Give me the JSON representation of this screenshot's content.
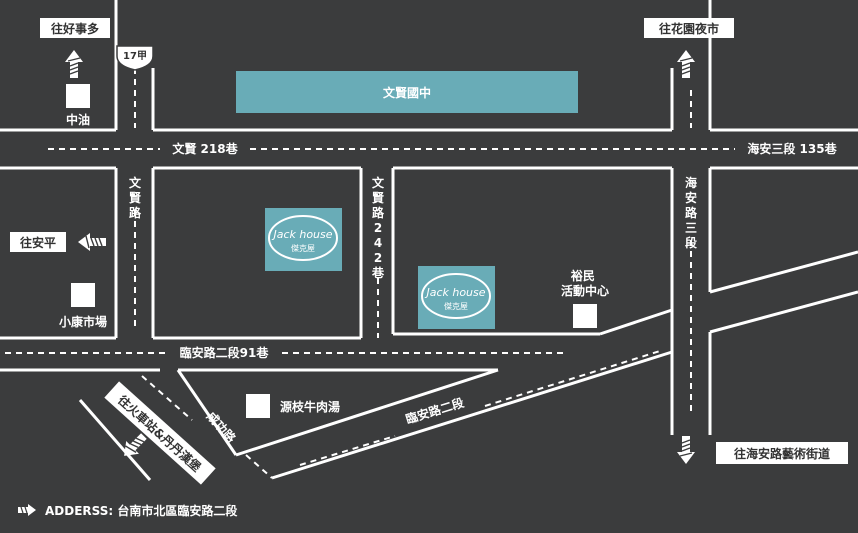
{
  "colors": {
    "background": "#3b3c3d",
    "road": "#ffffff",
    "school": "#69acb7",
    "shop_badge": "#69acb7"
  },
  "directions": {
    "north_west": "往好事多",
    "north_east": "往花園夜市",
    "west": "往安平",
    "south_west": "往火車站&丹丹漢堡",
    "south_east": "往海安路藝術街道"
  },
  "route_badge": "17甲",
  "school": "文賢國中",
  "roads": {
    "wenxian_218": "文賢 218巷",
    "haian_3_135": "海安三段 135巷",
    "wenxian_road": "文賢路",
    "wenxian_242": "文賢路242巷",
    "haian_road_3": "海安路三段",
    "linan_2_91": "臨安路二段91巷",
    "chenggong_road": "成功路",
    "linan_road_2": "臨安路二段"
  },
  "landmarks": {
    "zhongyou": "中油",
    "xiaokang_market": "小康市場",
    "yumin_center": "裕民活動中心",
    "beef_soup": "源枝牛肉湯"
  },
  "shop_logo": {
    "text": "Jack house",
    "subtext": "傑克屋"
  },
  "address": "ADDERSS: 台南市北區臨安路二段",
  "icons": [
    "arrow-up-icon",
    "arrow-left-icon",
    "arrow-down-icon",
    "arrow-diagonal-icon",
    "address-icon"
  ]
}
